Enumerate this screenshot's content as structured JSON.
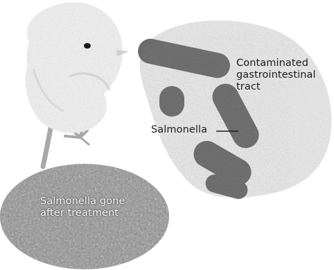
{
  "labels": {
    "contaminated_tract": [
      "Contaminated",
      "gastrointestinal",
      "tract"
    ],
    "salmonella": "Salmonella",
    "salmonella_gone": [
      "Salmonella gone",
      "after treatment"
    ]
  },
  "colors": {
    "background": "#ffffff",
    "tract_fill": "#e4e4e4",
    "bacteria_fill": "#6b6b6b",
    "treated_surface": "#8c8c8c",
    "chick_body": "#ececec",
    "chick_legs": "#a8a8a8",
    "label_text_dark": "#1c1c1c",
    "label_text_light": "#ffffff"
  }
}
